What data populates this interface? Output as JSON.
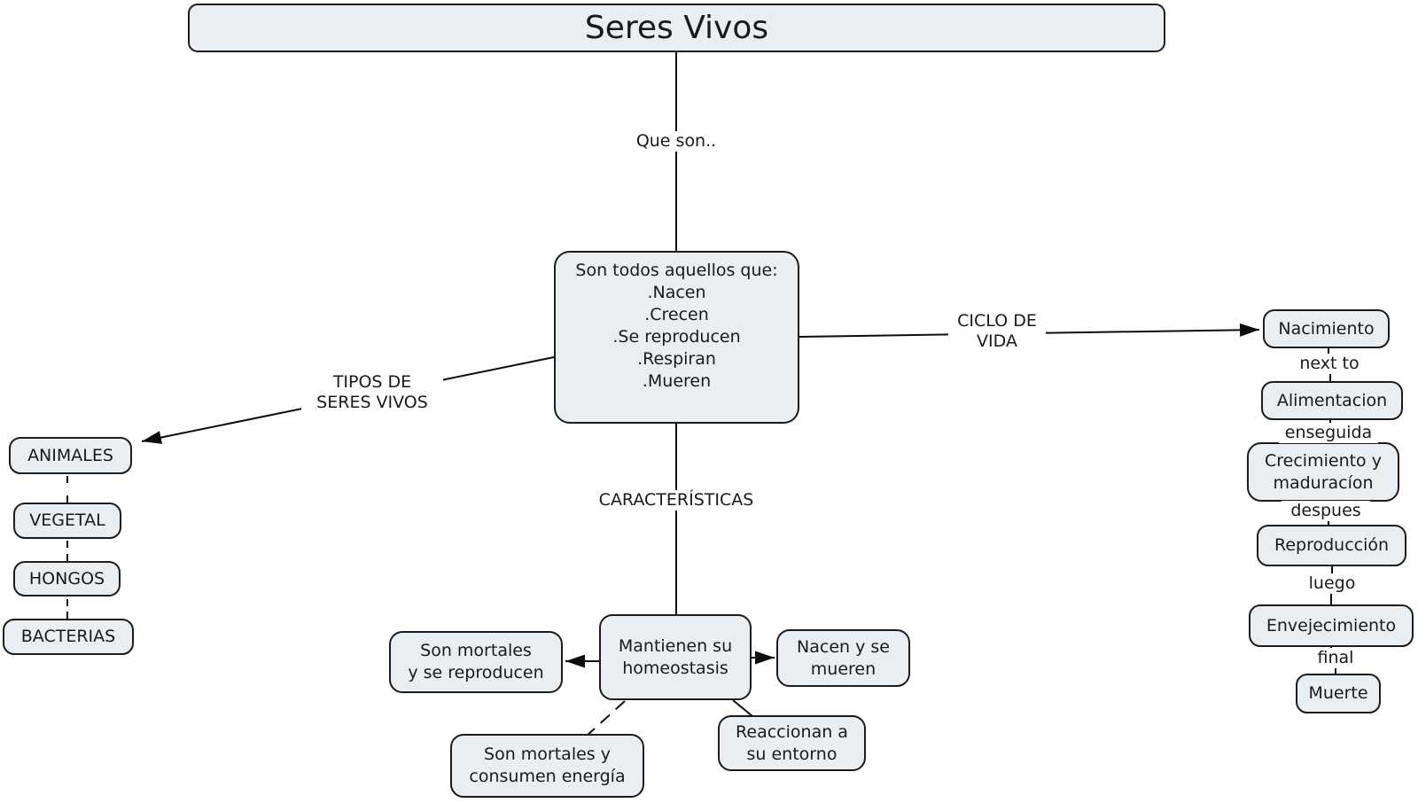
{
  "diagram_title": "Seres Vivos",
  "nodes": {
    "title": {
      "label": "Seres Vivos"
    },
    "center": {
      "label": "Son todos aquellos que:\n.Nacen\n.Crecen\n.Se reproducen\n.Respiran\n.Mueren"
    },
    "animales": {
      "label": "ANIMALES"
    },
    "vegetal": {
      "label": "VEGETAL"
    },
    "hongos": {
      "label": "HONGOS"
    },
    "bacterias": {
      "label": "BACTERIAS"
    },
    "nacimiento": {
      "label": "Nacimiento"
    },
    "alimentacion": {
      "label": "Alimentacion"
    },
    "crecimiento": {
      "label": "Crecimiento y\nmaduracíon"
    },
    "reproduccion": {
      "label": "Reproducción"
    },
    "envejecimiento": {
      "label": "Envejecimiento"
    },
    "muerte": {
      "label": "Muerte"
    },
    "homeostasis": {
      "label": "Mantienen su\nhomeostasis"
    },
    "mortales_reproducen": {
      "label": "Son mortales\ny se reproducen"
    },
    "nacen_mueren": {
      "label": "Nacen y se\nmueren"
    },
    "mortales_energia": {
      "label": "Son mortales y\nconsumen energía"
    },
    "reaccionan": {
      "label": "Reaccionan a\nsu entorno"
    }
  },
  "link_labels": {
    "que_son": "Que son..",
    "tipos": "TIPOS DE\nSERES VIVOS",
    "ciclo": "CICLO DE\nVIDA",
    "caracteristicas": "CARACTERÍSTICAS",
    "next_to": "next to",
    "enseguida": "enseguida",
    "despues": "despues",
    "luego": "luego",
    "final": "final"
  },
  "colors": {
    "node_fill": "#e8eef2",
    "node_border": "#1c1c1c",
    "connector": "#0d0d0d",
    "text": "#1a1a1a",
    "background": "#ffffff"
  }
}
